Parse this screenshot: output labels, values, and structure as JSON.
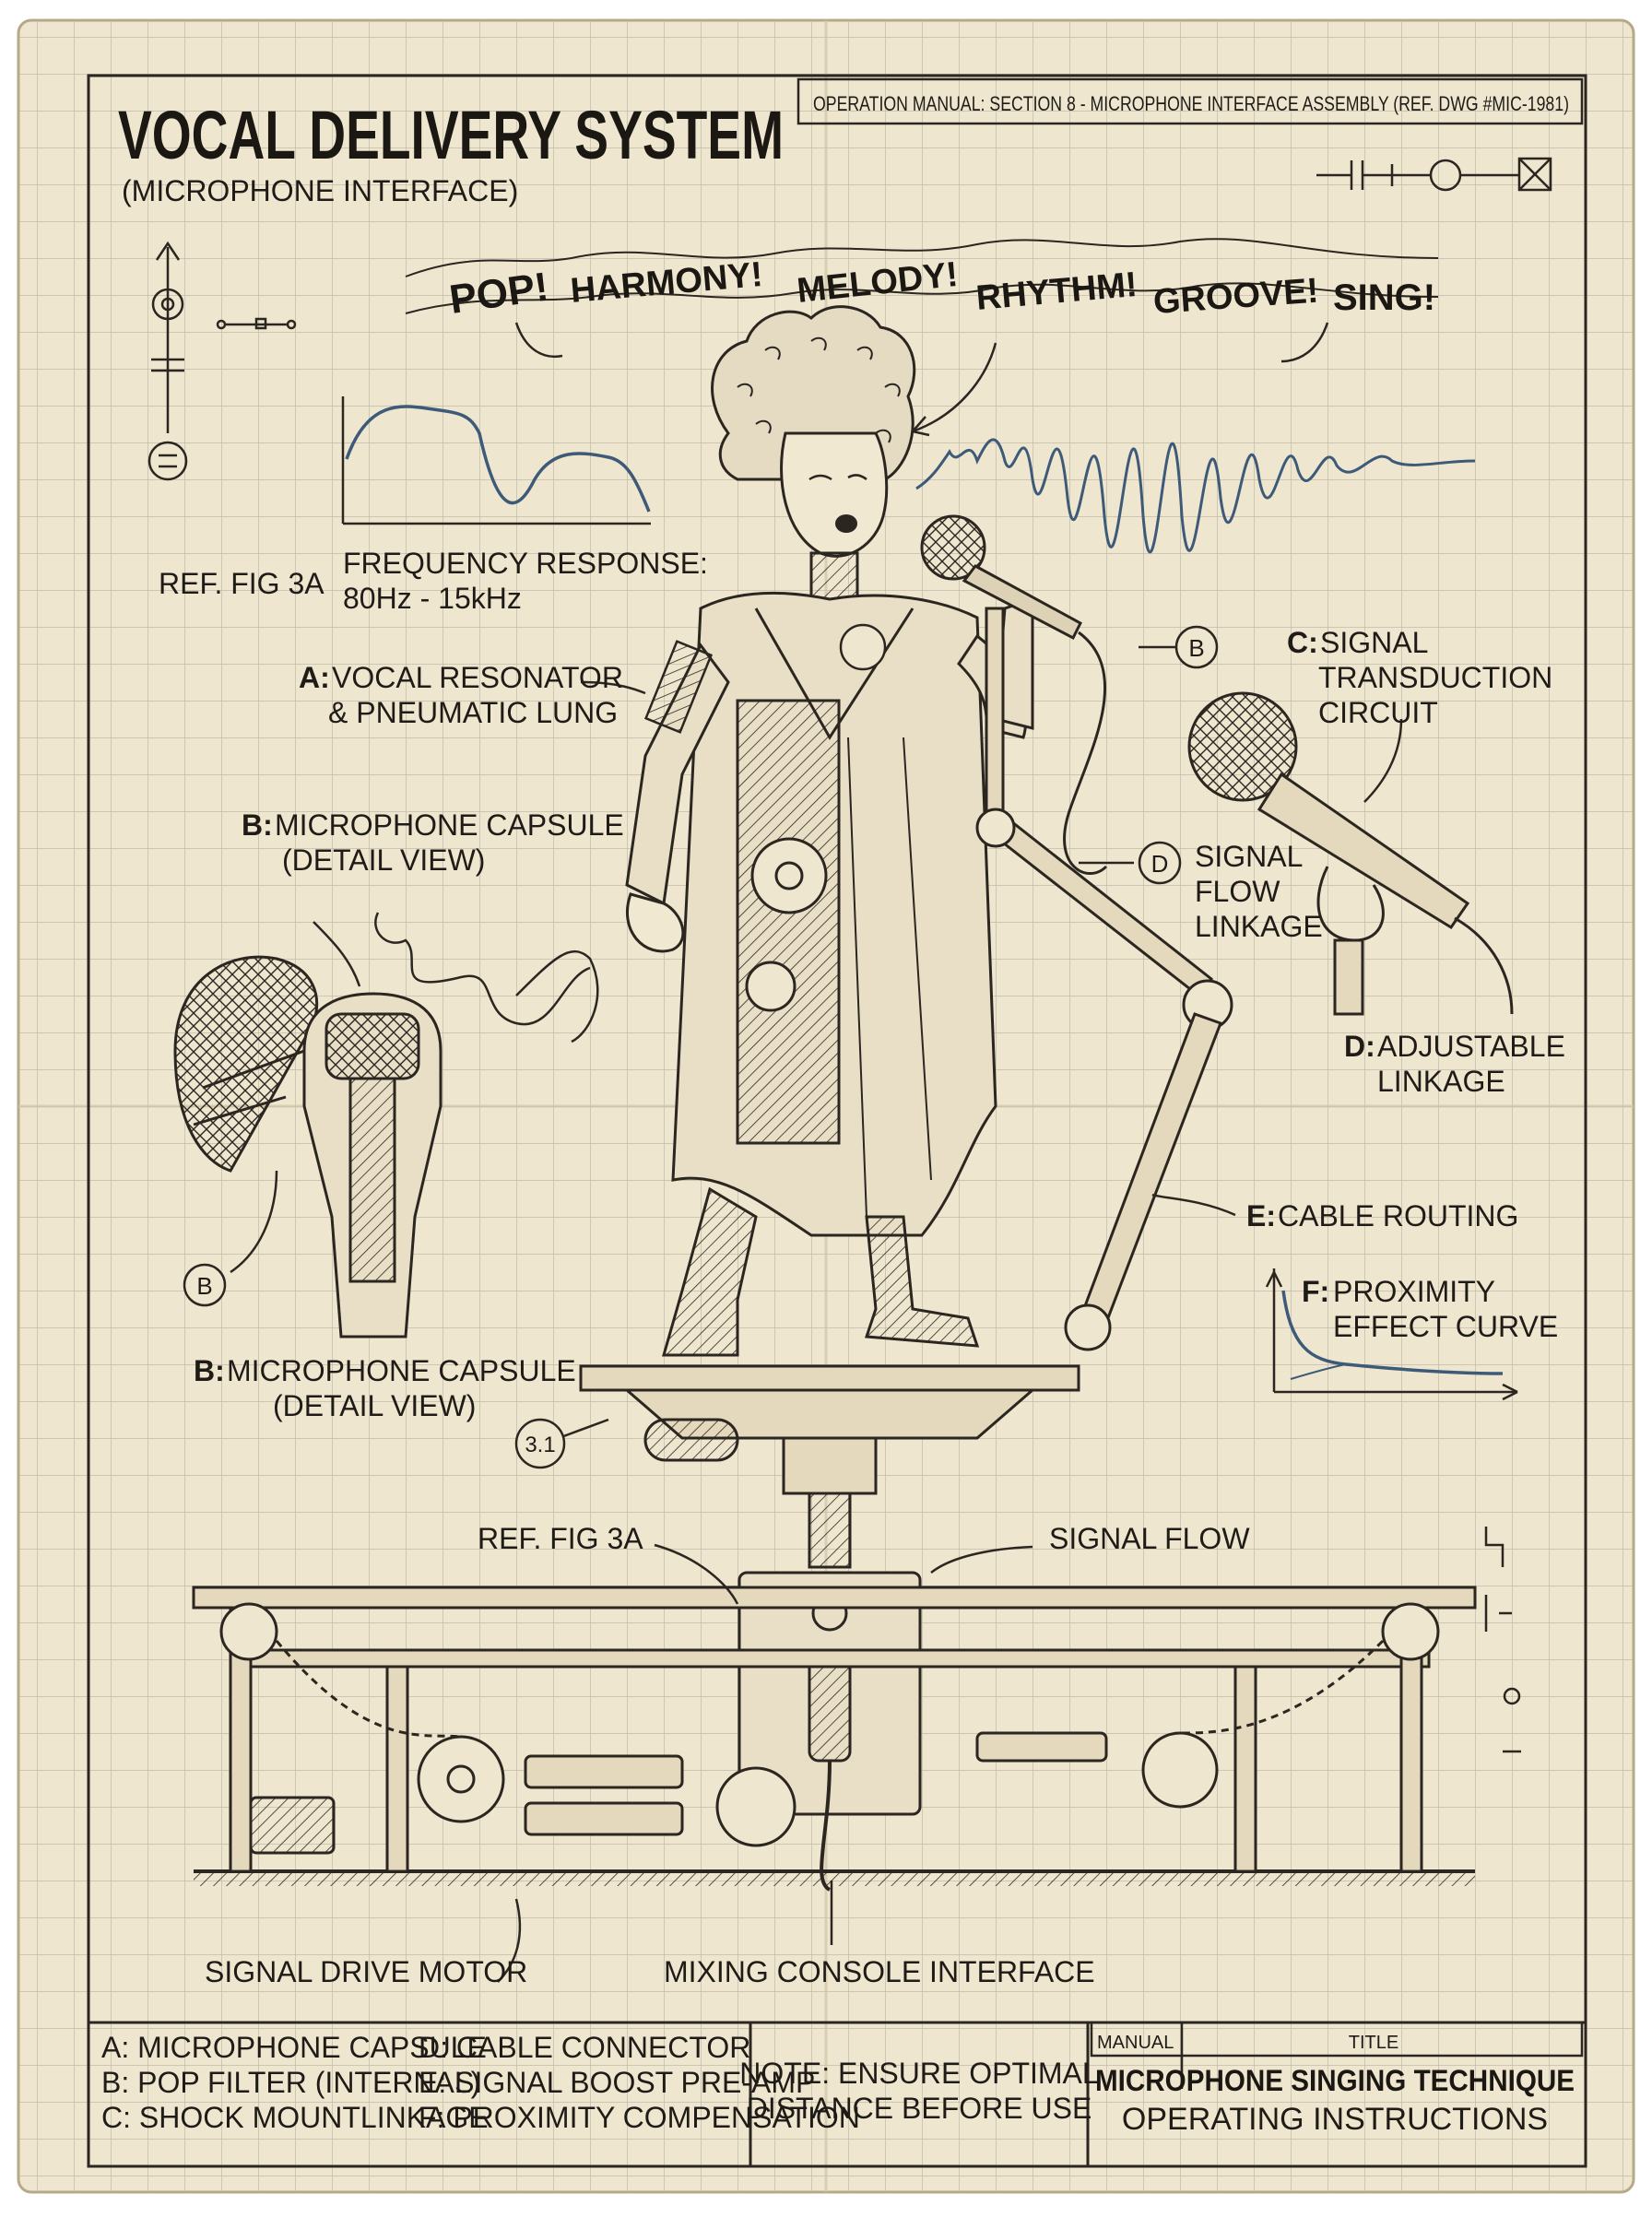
{
  "header": {
    "title": "VOCAL DELIVERY SYSTEM",
    "subtitle": "(MICROPHONE INTERFACE)",
    "manual_ref": "OPERATION MANUAL: SECTION 8 - MICROPHONE INTERFACE ASSEMBLY (REF. DWG #MIC-1981)"
  },
  "exclamations": [
    "POP!",
    "HARMONY!",
    "MELODY!",
    "RHYTHM!",
    "GROOVE!",
    "SING!"
  ],
  "freq_response": {
    "label": "FREQUENCY RESPONSE:",
    "range": "80Hz - 15kHz"
  },
  "ref_fig_left": "REF. FIG 3A",
  "ref_fig_center": "REF. FIG 3A",
  "callouts": {
    "a_key": "A:",
    "a_line1": "VOCAL RESONATOR",
    "a_line2": "& PNEUMATIC LUNG",
    "b_top_key": "B:",
    "b_top_line1": "MICROPHONE CAPSULE",
    "b_top_line2": "(DETAIL VIEW)",
    "b_bottom_key": "B:",
    "b_bottom_line1": "MICROPHONE CAPSULE",
    "b_bottom_line2": "(DETAIL VIEW)",
    "c_key": "C:",
    "c_line1": "SIGNAL",
    "c_line2": "TRANSDUCTION",
    "c_line3": "CIRCUIT",
    "d_flow_line1": "SIGNAL",
    "d_flow_line2": "FLOW",
    "d_flow_line3": "LINKAGE",
    "d_key": "D:",
    "d_line1": "ADJUSTABLE",
    "d_line2": "LINKAGE",
    "e_key": "E:",
    "e_text": "CABLE ROUTING",
    "f_key": "F:",
    "f_line1": "PROXIMITY",
    "f_line2": "EFFECT CURVE",
    "signal_flow": "SIGNAL FLOW",
    "signal_drive_motor": "SIGNAL DRIVE MOTOR",
    "mixing_console": "MIXING CONSOLE INTERFACE"
  },
  "markers": {
    "b_arm": "B",
    "d_arm": "D",
    "b_detail": "B",
    "ref_31": "3.1"
  },
  "legend": {
    "col1": [
      "A: MICROPHONE CAPSULE",
      "B: POP FILTER (INTERNAL)",
      "C: SHOCK MOUNTLINKAGE"
    ],
    "col2": [
      "D: CABLE CONNECTOR",
      "E: SIGNAL BOOST PRE-AMP",
      "F: PROXIMITY COMPENSATION"
    ]
  },
  "note": {
    "line1": "NOTE: ENSURE OPTIMAL",
    "line2": "DISTANCE BEFORE USE"
  },
  "title_block": {
    "manual_label": "MANUAL",
    "title_label": "TITLE",
    "title": "MICROPHONE SINGING TECHNIQUE",
    "subtitle": "OPERATING INSTRUCTIONS"
  },
  "colors": {
    "paper": "#efe6cf",
    "ink": "#2b2620",
    "waveform_blue": "#3d5a78",
    "grid": "#b9b2a0"
  }
}
